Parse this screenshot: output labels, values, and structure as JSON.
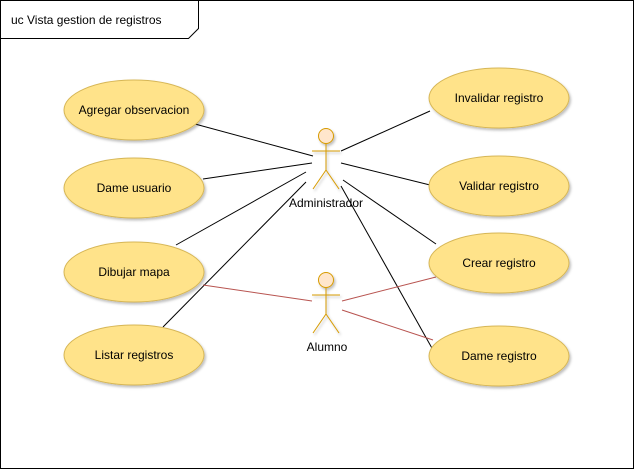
{
  "frame": {
    "title": "uc Vista gestion de registros"
  },
  "actors": {
    "admin": {
      "label": "Administrador"
    },
    "student": {
      "label": "Alumno"
    }
  },
  "use_cases": {
    "agregar": {
      "label": "Agregar observacion"
    },
    "dame_usuario": {
      "label": "Dame usuario"
    },
    "dibujar": {
      "label": "Dibujar mapa"
    },
    "listar": {
      "label": "Listar registros"
    },
    "invalidar": {
      "label": "Invalidar registro"
    },
    "validar": {
      "label": "Validar registro"
    },
    "crear": {
      "label": "Crear registro"
    },
    "dame_registro": {
      "label": "Dame registro"
    }
  },
  "colors": {
    "usecase_fill": "#ffe38a",
    "usecase_stroke": "#d6b656",
    "actor_fill": "#ffe6cc",
    "actor_stroke": "#d79b00",
    "admin_link": "#000000",
    "student_link": "#b85450"
  }
}
